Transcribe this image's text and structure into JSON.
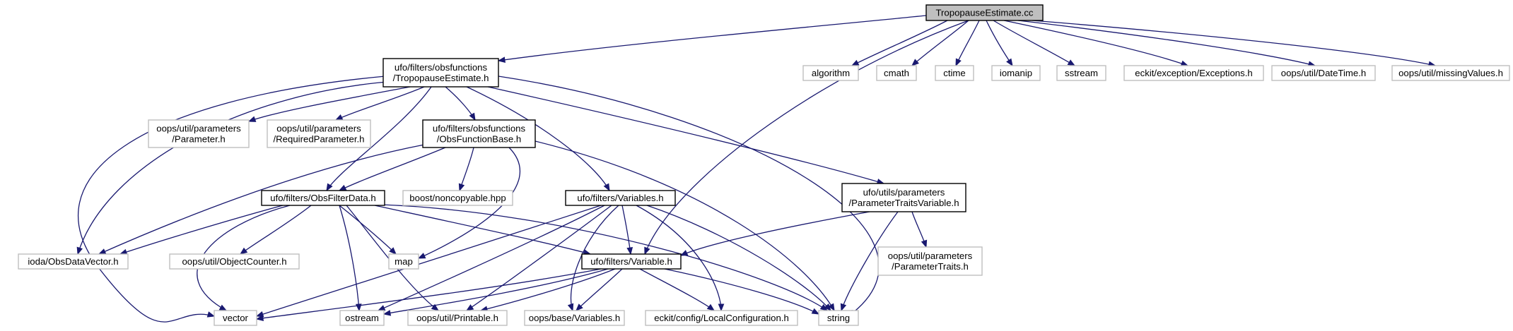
{
  "graph": {
    "colors": {
      "edge": "#191970",
      "root_fill": "#bfbfbf",
      "local_border": "#000000",
      "system_border": "#bfbfbf",
      "system_text": "#000000"
    },
    "nodes": [
      {
        "id": "root",
        "kind": "root",
        "lines": [
          "TropopauseEstimate.cc"
        ]
      },
      {
        "id": "tropopause_h",
        "kind": "local",
        "lines": [
          "ufo/filters/obsfunctions",
          "/TropopauseEstimate.h"
        ]
      },
      {
        "id": "algorithm",
        "kind": "system",
        "lines": [
          "algorithm"
        ]
      },
      {
        "id": "cmath",
        "kind": "system",
        "lines": [
          "cmath"
        ]
      },
      {
        "id": "ctime",
        "kind": "system",
        "lines": [
          "ctime"
        ]
      },
      {
        "id": "iomanip",
        "kind": "system",
        "lines": [
          "iomanip"
        ]
      },
      {
        "id": "sstream",
        "kind": "system",
        "lines": [
          "sstream"
        ]
      },
      {
        "id": "exceptions_h",
        "kind": "system",
        "lines": [
          "eckit/exception/Exceptions.h"
        ]
      },
      {
        "id": "datetime_h",
        "kind": "system",
        "lines": [
          "oops/util/DateTime.h"
        ]
      },
      {
        "id": "missingvalues_h",
        "kind": "system",
        "lines": [
          "oops/util/missingValues.h"
        ]
      },
      {
        "id": "parameter_h",
        "kind": "system",
        "lines": [
          "oops/util/parameters",
          "/Parameter.h"
        ]
      },
      {
        "id": "requiredparameter_h",
        "kind": "system",
        "lines": [
          "oops/util/parameters",
          "/RequiredParameter.h"
        ]
      },
      {
        "id": "obsfunctionbase_h",
        "kind": "local",
        "lines": [
          "ufo/filters/obsfunctions",
          "/ObsFunctionBase.h"
        ]
      },
      {
        "id": "noncopyable_hpp",
        "kind": "system",
        "lines": [
          "boost/noncopyable.hpp"
        ]
      },
      {
        "id": "obsfilterdata_h",
        "kind": "local",
        "lines": [
          "ufo/filters/ObsFilterData.h"
        ]
      },
      {
        "id": "variables_h",
        "kind": "local",
        "lines": [
          "ufo/filters/Variables.h"
        ]
      },
      {
        "id": "paramtraitsvar_h",
        "kind": "local",
        "lines": [
          "ufo/utils/parameters",
          "/ParameterTraitsVariable.h"
        ]
      },
      {
        "id": "obsdatavector_h",
        "kind": "system",
        "lines": [
          "ioda/ObsDataVector.h"
        ]
      },
      {
        "id": "objectcounter_h",
        "kind": "system",
        "lines": [
          "oops/util/ObjectCounter.h"
        ]
      },
      {
        "id": "map",
        "kind": "system",
        "lines": [
          "map"
        ]
      },
      {
        "id": "variable_h",
        "kind": "local",
        "lines": [
          "ufo/filters/Variable.h"
        ]
      },
      {
        "id": "paramtraits_h",
        "kind": "system",
        "lines": [
          "oops/util/parameters",
          "/ParameterTraits.h"
        ]
      },
      {
        "id": "vector",
        "kind": "system",
        "lines": [
          "vector"
        ]
      },
      {
        "id": "ostream",
        "kind": "system",
        "lines": [
          "ostream"
        ]
      },
      {
        "id": "printable_h",
        "kind": "system",
        "lines": [
          "oops/util/Printable.h"
        ]
      },
      {
        "id": "oopsvariables_h",
        "kind": "system",
        "lines": [
          "oops/base/Variables.h"
        ]
      },
      {
        "id": "localconfig_h",
        "kind": "system",
        "lines": [
          "eckit/config/LocalConfiguration.h"
        ]
      },
      {
        "id": "string",
        "kind": "system",
        "lines": [
          "string"
        ]
      }
    ],
    "edges": [
      {
        "from": "root",
        "to": "tropopause_h"
      },
      {
        "from": "root",
        "to": "algorithm"
      },
      {
        "from": "root",
        "to": "cmath"
      },
      {
        "from": "root",
        "to": "ctime"
      },
      {
        "from": "root",
        "to": "iomanip"
      },
      {
        "from": "root",
        "to": "sstream"
      },
      {
        "from": "root",
        "to": "exceptions_h"
      },
      {
        "from": "root",
        "to": "datetime_h"
      },
      {
        "from": "root",
        "to": "missingvalues_h"
      },
      {
        "from": "root",
        "to": "variable_h"
      },
      {
        "from": "tropopause_h",
        "to": "parameter_h"
      },
      {
        "from": "tropopause_h",
        "to": "requiredparameter_h"
      },
      {
        "from": "tropopause_h",
        "to": "obsfunctionbase_h"
      },
      {
        "from": "tropopause_h",
        "to": "obsfilterdata_h"
      },
      {
        "from": "tropopause_h",
        "to": "variables_h"
      },
      {
        "from": "tropopause_h",
        "to": "paramtraitsvar_h"
      },
      {
        "from": "tropopause_h",
        "to": "obsdatavector_h"
      },
      {
        "from": "tropopause_h",
        "to": "vector"
      },
      {
        "from": "tropopause_h",
        "to": "string"
      },
      {
        "from": "obsfunctionbase_h",
        "to": "noncopyable_hpp"
      },
      {
        "from": "obsfunctionbase_h",
        "to": "obsfilterdata_h"
      },
      {
        "from": "obsfunctionbase_h",
        "to": "obsdatavector_h"
      },
      {
        "from": "obsfunctionbase_h",
        "to": "map"
      },
      {
        "from": "obsfunctionbase_h",
        "to": "string"
      },
      {
        "from": "obsfilterdata_h",
        "to": "obsdatavector_h"
      },
      {
        "from": "obsfilterdata_h",
        "to": "objectcounter_h"
      },
      {
        "from": "obsfilterdata_h",
        "to": "map"
      },
      {
        "from": "obsfilterdata_h",
        "to": "variable_h"
      },
      {
        "from": "obsfilterdata_h",
        "to": "vector"
      },
      {
        "from": "obsfilterdata_h",
        "to": "ostream"
      },
      {
        "from": "obsfilterdata_h",
        "to": "printable_h"
      },
      {
        "from": "obsfilterdata_h",
        "to": "string"
      },
      {
        "from": "variables_h",
        "to": "variable_h"
      },
      {
        "from": "variables_h",
        "to": "vector"
      },
      {
        "from": "variables_h",
        "to": "ostream"
      },
      {
        "from": "variables_h",
        "to": "printable_h"
      },
      {
        "from": "variables_h",
        "to": "oopsvariables_h"
      },
      {
        "from": "variables_h",
        "to": "localconfig_h"
      },
      {
        "from": "variables_h",
        "to": "string"
      },
      {
        "from": "paramtraitsvar_h",
        "to": "variable_h"
      },
      {
        "from": "paramtraitsvar_h",
        "to": "paramtraits_h"
      },
      {
        "from": "paramtraitsvar_h",
        "to": "string"
      },
      {
        "from": "variable_h",
        "to": "vector"
      },
      {
        "from": "variable_h",
        "to": "ostream"
      },
      {
        "from": "variable_h",
        "to": "printable_h"
      },
      {
        "from": "variable_h",
        "to": "oopsvariables_h"
      },
      {
        "from": "variable_h",
        "to": "localconfig_h"
      },
      {
        "from": "variable_h",
        "to": "string"
      }
    ]
  }
}
